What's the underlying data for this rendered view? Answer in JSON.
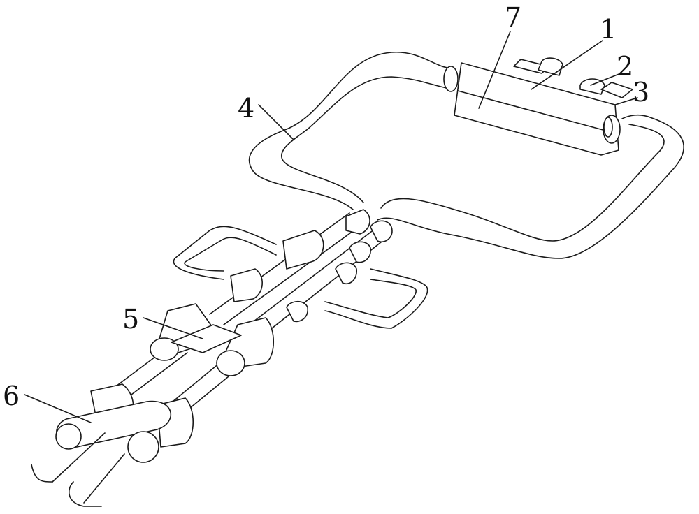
{
  "figure": {
    "labels": [
      {
        "id": "7",
        "text": "7"
      },
      {
        "id": "1",
        "text": "1"
      },
      {
        "id": "2",
        "text": "2"
      },
      {
        "id": "3",
        "text": "3"
      },
      {
        "id": "4",
        "text": "4"
      },
      {
        "id": "5",
        "text": "5"
      },
      {
        "id": "6",
        "text": "6"
      }
    ],
    "line_color": "#1a1a1a",
    "background": "#ffffff"
  }
}
